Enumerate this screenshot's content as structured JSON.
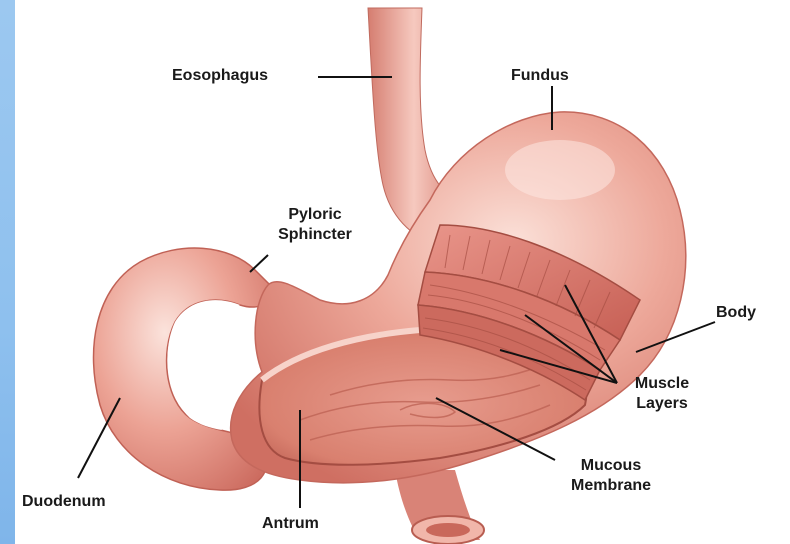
{
  "labels": {
    "esophagus": "Eosophagus",
    "fundus": "Fundus",
    "pyloric_line1": "Pyloric",
    "pyloric_line2": "Sphincter",
    "body": "Body",
    "muscle_line1": "Muscle",
    "muscle_line2": "Layers",
    "mucous_line1": "Mucous",
    "mucous_line2": "Membrane",
    "duodenum": "Duodenum",
    "antrum": "Antrum"
  },
  "colors": {
    "side_bar": "#8ec0ee",
    "tissue": "#e89a8c",
    "tissue_dark": "#c8665a",
    "muscle": "#d9786c",
    "leader_line": "#111111"
  }
}
